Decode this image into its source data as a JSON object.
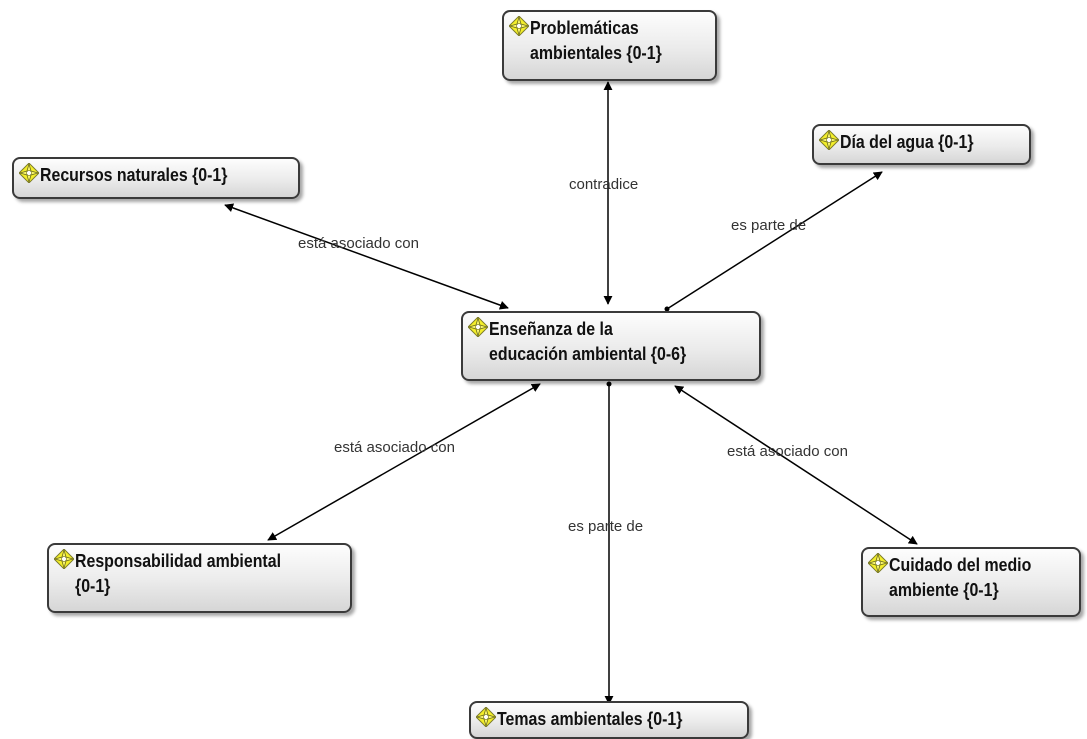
{
  "nodes": {
    "center": {
      "lines": [
        "Enseñanza de la",
        "educación ambiental {0-6}"
      ]
    },
    "problematicas": {
      "lines": [
        "Problemáticas",
        "ambientales {0-1}"
      ]
    },
    "recursos": {
      "lines": [
        "Recursos naturales {0-1}"
      ]
    },
    "dia_agua": {
      "lines": [
        "Día del agua {0-1}"
      ]
    },
    "responsabilidad": {
      "lines": [
        "Responsabilidad ambiental",
        "{0-1}"
      ]
    },
    "cuidado": {
      "lines": [
        "Cuidado del medio",
        "ambiente {0-1}"
      ]
    },
    "temas": {
      "lines": [
        "Temas ambientales {0-1}"
      ]
    }
  },
  "relations": {
    "contradice": "contradice",
    "recursos": "está asociado con",
    "dia_agua": "es parte de",
    "responsabilidad": "está asociado con",
    "temas": "es parte de",
    "cuidado": "está asociado con"
  },
  "colors": {
    "icon_fill": "#f3ee2a",
    "line": "#000000",
    "node_border": "#3a3a3a"
  },
  "icon": "code-node-star-icon"
}
